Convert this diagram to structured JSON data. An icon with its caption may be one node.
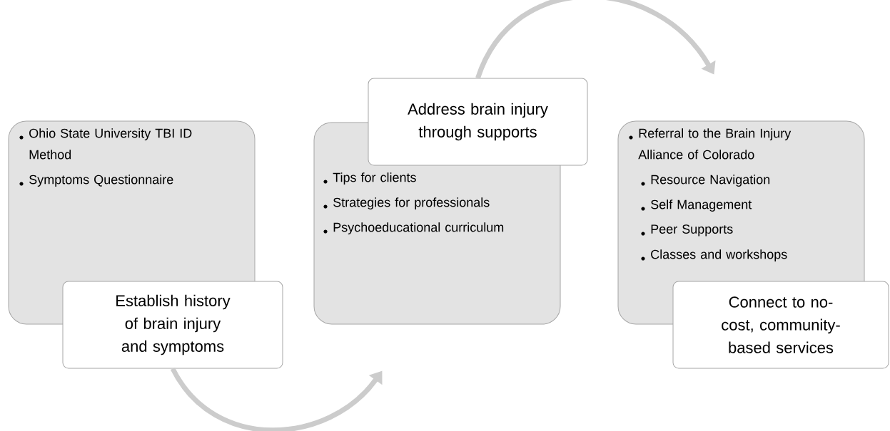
{
  "diagram": {
    "nodes": [
      {
        "text": [
          "Ohio State University TBI ID Method",
          "Symptoms Questionnaire"
        ]
      },
      {
        "text": [
          "Establish history of brain injury and symptoms"
        ]
      },
      {
        "text": [
          "Tips for clients",
          "Strategies for professionals",
          "Psychoeducational curriculum"
        ]
      },
      {
        "text": [
          "Address brain injury through supports"
        ]
      },
      {
        "text": [
          "Referral to the Brain Injury Alliance of Colorado",
          "Resource Navigation",
          "Self Management",
          "Peer Supports",
          "Classes and workshops"
        ]
      },
      {
        "text": [
          "Connect to no-cost, community-based services"
        ]
      }
    ],
    "edges": [
      {
        "from": 1,
        "to": 2,
        "arrow": "to"
      },
      {
        "from": 3,
        "to": 4,
        "arrow": "to"
      }
    ]
  }
}
